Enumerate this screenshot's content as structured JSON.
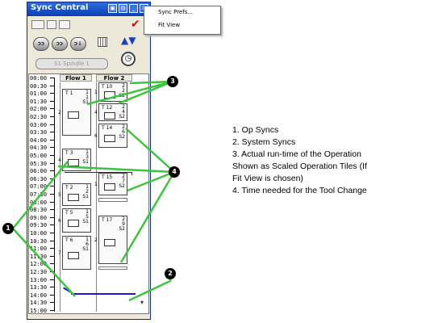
{
  "window": {
    "title": "Sync Central",
    "spindle_select": "S1 Spindle 1",
    "flow_headers": [
      "Flow 1",
      "Flow 2"
    ],
    "accent": "#0a3fb0",
    "checkmark_color": "#d01010"
  },
  "times": [
    "00:00",
    "00:30",
    "01:00",
    "01:30",
    "02:00",
    "02:30",
    "03:00",
    "03:30",
    "04:00",
    "04:30",
    "05:00",
    "05:30",
    "06:00",
    "06:30",
    "07:00",
    "07:30",
    "08:00",
    "08:30",
    "09:00",
    "09:30",
    "10:00",
    "10:30",
    "11:00",
    "11:30",
    "12:00",
    "12:30",
    "13:00",
    "13:30",
    "14:00",
    "14:30",
    "15:00"
  ],
  "flow1_tiles": [
    {
      "label": "T 1",
      "nums": "1\n1\nS1",
      "side": "2"
    },
    {
      "label": "T 3",
      "nums": "1\n3\nS1",
      "side": "4"
    },
    {
      "label": "T 2",
      "nums": "1\n2\nS1",
      "side": "5"
    },
    {
      "label": "T 5",
      "nums": "1\n5\nS1",
      "side": "6"
    },
    {
      "label": "T 6",
      "nums": "1\n6\nS1",
      "side": "7"
    }
  ],
  "flow2_tiles": [
    {
      "label": "T 10",
      "nums": "2\n2\nS2",
      "side": "1"
    },
    {
      "label": "T 12",
      "nums": "2\n4\nS2",
      "side": "4"
    },
    {
      "label": "T 14",
      "nums": "2\n6\nS2",
      "side": "6"
    },
    {
      "label": "T 15",
      "nums": "2\n7\nS2",
      "side": "1"
    },
    {
      "label": "T 17",
      "nums": "2\n9\nS2",
      "side": "2"
    }
  ],
  "menu": {
    "items": [
      "Sync Prefs...",
      "Fit View"
    ]
  },
  "legend": {
    "items": [
      "1.  Op Syncs",
      "2.  System Syncs",
      "3.  Actual run-time of the Operation",
      "      Shown as Scaled Operation Tiles (If",
      "      Fit View is chosen)",
      "4.  Time needed for the Tool Change"
    ]
  },
  "callouts": [
    "1",
    "2",
    "3",
    "4"
  ],
  "arrow_color": "#3cc43c"
}
